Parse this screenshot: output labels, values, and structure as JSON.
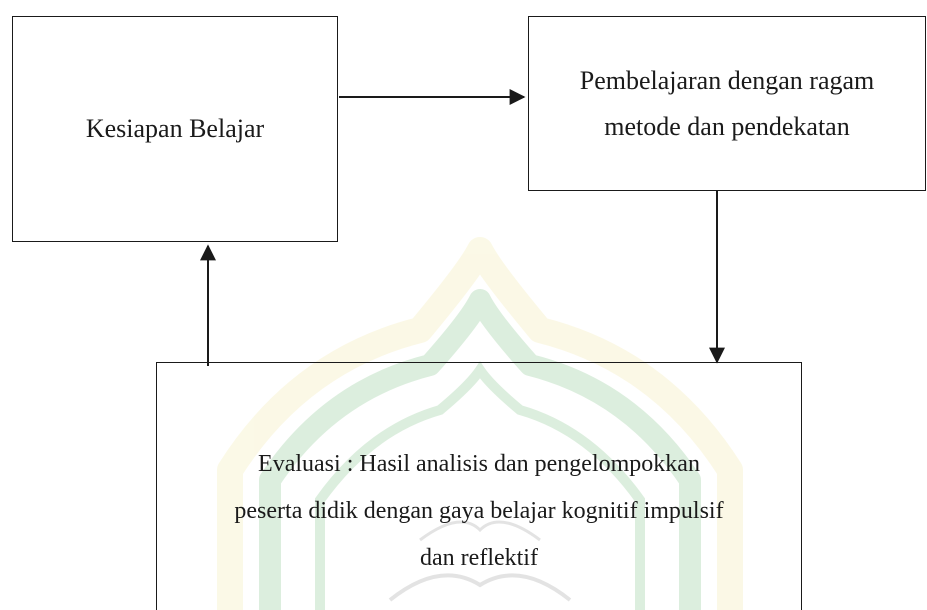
{
  "boxes": {
    "kesiapan": {
      "label": "Kesiapan Belajar"
    },
    "pembelajaran": {
      "line1": "Pembelajaran dengan ragam",
      "line2": "metode dan pendekatan"
    },
    "evaluasi": {
      "line1": "Evaluasi : Hasil analisis dan pengelompokkan",
      "line2": "peserta didik dengan gaya belajar kognitif impulsif",
      "line3": "dan reflektif"
    }
  },
  "colors": {
    "stroke": "#1a1a1a",
    "watermark_green": "#2f9c3a",
    "watermark_yellow": "#e8d86a"
  }
}
